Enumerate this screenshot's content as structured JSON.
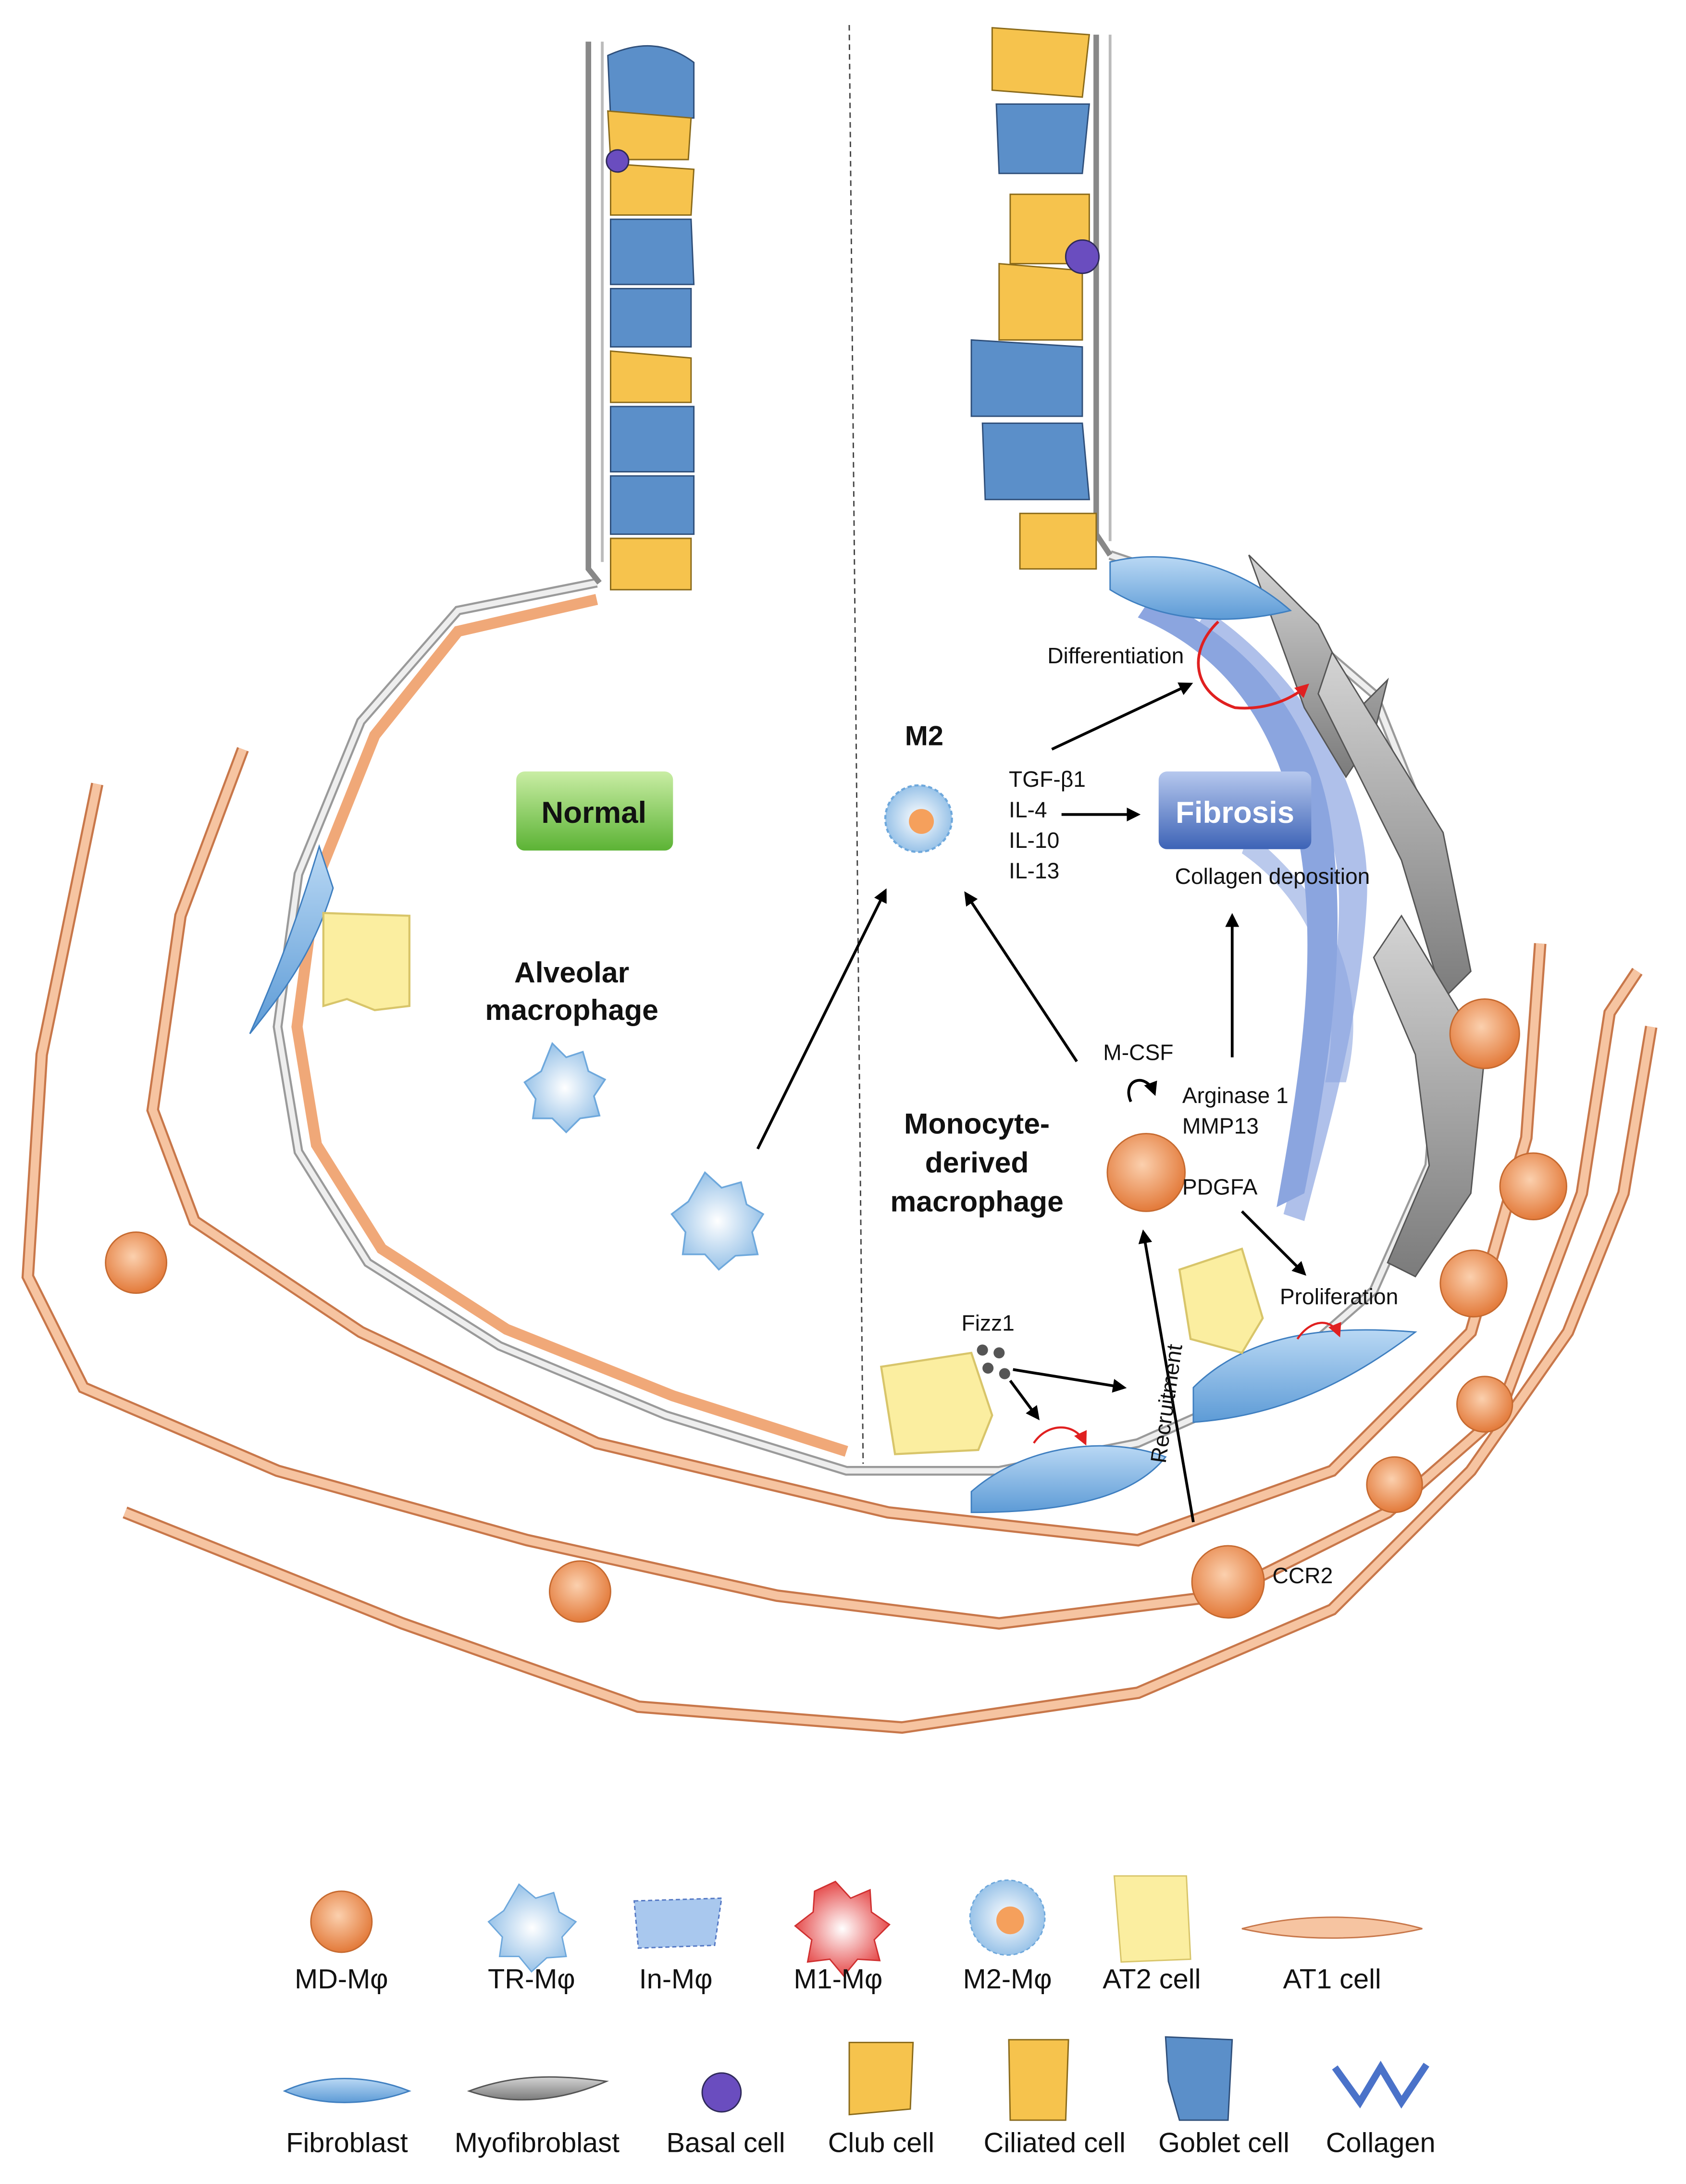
{
  "labels": {
    "normal": "Normal",
    "alveolar_macrophage_1": "Alveolar",
    "alveolar_macrophage_2": "macrophage",
    "m2": "M2",
    "cytokines": [
      "TGF-β1",
      "IL-4",
      "IL-10",
      "IL-13"
    ],
    "fibrosis": "Fibrosis",
    "collagen_deposition": "Collagen deposition",
    "differentiation": "Differentiation",
    "mcsf": "M-CSF",
    "arginase": "Arginase 1",
    "mmp13": "MMP13",
    "pdgfa": "PDGFA",
    "mdm_1": "Monocyte-",
    "mdm_2": "derived",
    "mdm_3": "macrophage",
    "proliferation": "Proliferation",
    "fizz1": "Fizz1",
    "recruitment": "Recruitment",
    "ccr2": "CCR2"
  },
  "legend_row1": [
    {
      "id": "md",
      "label": "MD-Mφ"
    },
    {
      "id": "tr",
      "label": "TR-Mφ"
    },
    {
      "id": "in",
      "label": "In-Mφ"
    },
    {
      "id": "m1",
      "label": "M1-Mφ"
    },
    {
      "id": "m2",
      "label": "M2-Mφ"
    },
    {
      "id": "at2",
      "label": "AT2 cell"
    },
    {
      "id": "at1",
      "label": "AT1 cell"
    }
  ],
  "legend_row2": [
    {
      "id": "fibroblast",
      "label": "Fibroblast"
    },
    {
      "id": "myofibroblast",
      "label": "Myofibroblast"
    },
    {
      "id": "basal",
      "label": "Basal cell"
    },
    {
      "id": "club",
      "label": "Club cell"
    },
    {
      "id": "ciliated",
      "label": "Ciliated cell"
    },
    {
      "id": "goblet",
      "label": "Goblet cell"
    },
    {
      "id": "collagen",
      "label": "Collagen"
    }
  ],
  "colors": {
    "at1": "#f6c4a1",
    "at1_stroke": "#c8774a",
    "goblet": "#5b8fc9",
    "club": "#f6c34d",
    "at2": "#fbeea0",
    "md_macrophage": "#e9874a",
    "fibroblast": "#79aee0",
    "myofibroblast": "#8c8c8c",
    "collagen": "#4a72c9",
    "normal_box": "#7cc24f",
    "fibrosis_box": "#4f74c4",
    "red_arrow": "#e02020"
  }
}
